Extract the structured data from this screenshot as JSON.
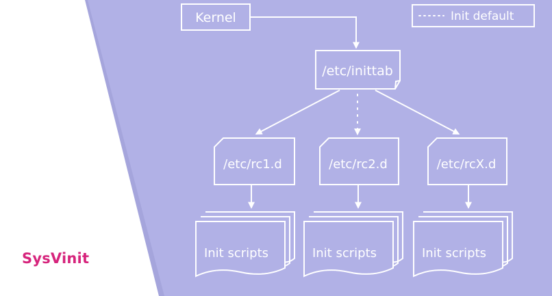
{
  "brand": {
    "title": "SysVinit",
    "color": "#d6247c"
  },
  "colors": {
    "panel": "#b1b1e6",
    "panel_shadow": "#a5a5dc",
    "stroke": "#ffffff"
  },
  "legend": {
    "label": "Init default"
  },
  "nodes": {
    "kernel": "Kernel",
    "inittab": "/etc/inittab",
    "rc1": "/etc/rc1.d",
    "rc2": "/etc/rc2.d",
    "rcx": "/etc/rcX.d",
    "scripts1": "Init scripts",
    "scripts2": "Init scripts",
    "scripts3": "Init scripts"
  }
}
